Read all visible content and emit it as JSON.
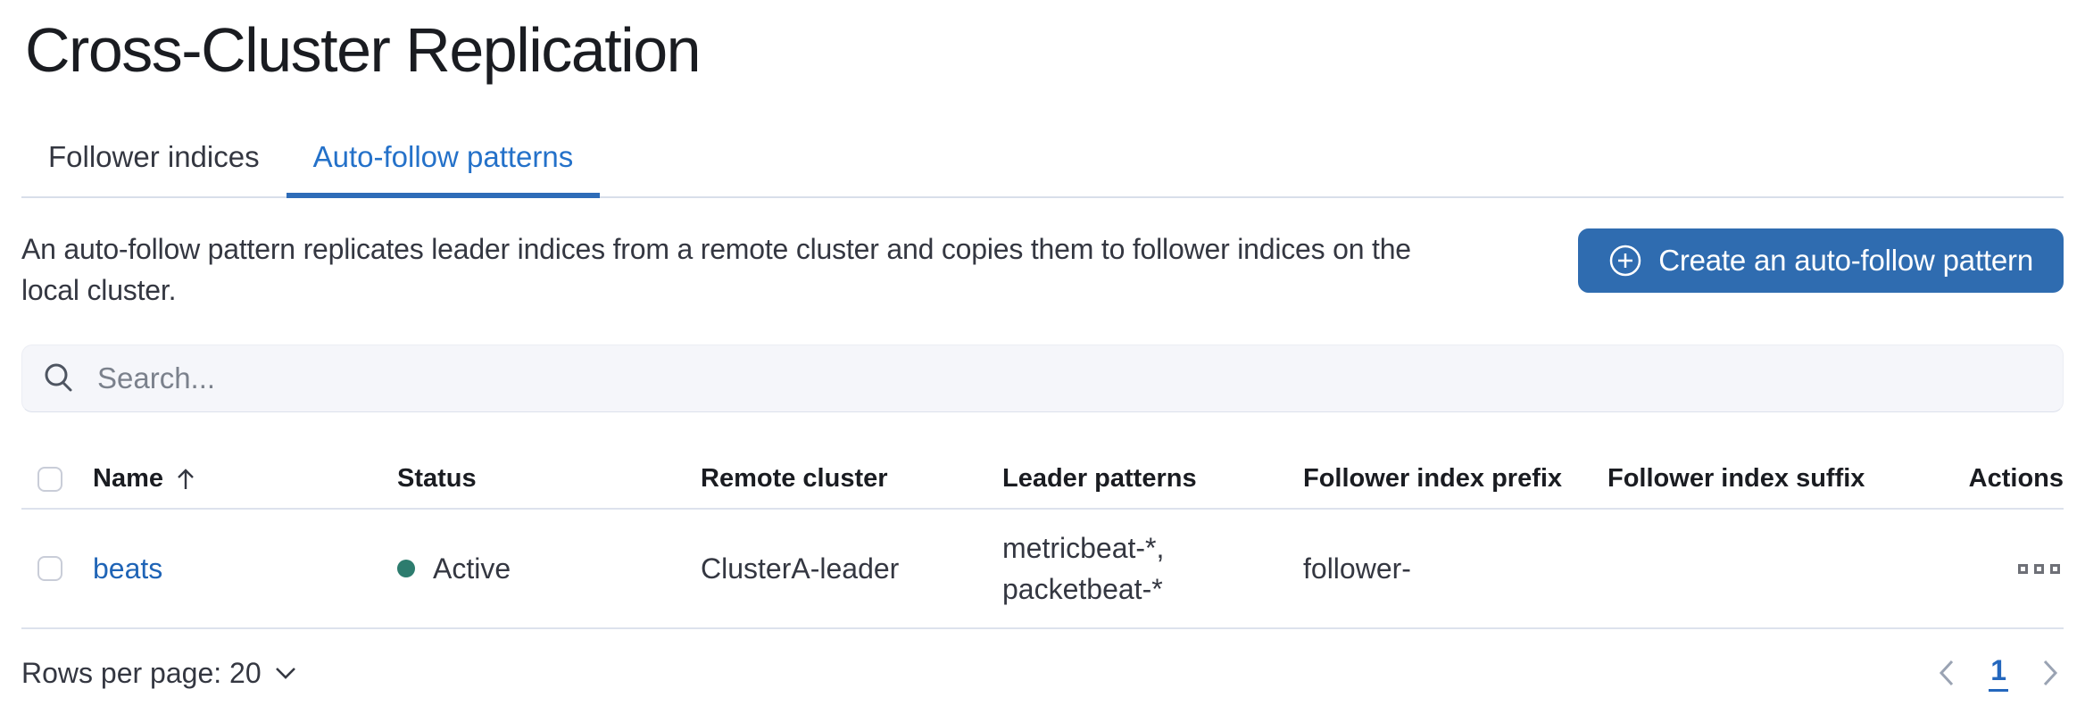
{
  "page_title": "Cross-Cluster Replication",
  "tabs": [
    {
      "label": "Follower indices",
      "active": false
    },
    {
      "label": "Auto-follow patterns",
      "active": true
    }
  ],
  "intro": "An auto-follow pattern replicates leader indices from a remote cluster and copies them to follower indices on the local cluster.",
  "create_button": {
    "label": "Create an auto-follow pattern",
    "icon": "plus-in-circle-icon"
  },
  "search": {
    "placeholder": "Search...",
    "value": "",
    "icon": "search-icon"
  },
  "table": {
    "columns": [
      "Name",
      "Status",
      "Remote cluster",
      "Leader patterns",
      "Follower index prefix",
      "Follower index suffix",
      "Actions"
    ],
    "sort": {
      "column": "Name",
      "direction": "ascending",
      "icon": "sort-ascending-arrow-icon"
    },
    "row": {
      "name": "beats",
      "status_label": "Active",
      "status_color": "#2d7c6e",
      "remote_cluster": "ClusterA-leader",
      "leader_patterns_line1": "metricbeat-*,",
      "leader_patterns_line2": "packetbeat-*",
      "follower_index_prefix": "follower-",
      "follower_index_suffix": "",
      "actions_icon": "boxes-horizontal-icon"
    }
  },
  "footer": {
    "rows_per_page_label": "Rows per page: 20",
    "current_page": "1"
  },
  "colors": {
    "tab_active_blue": "#2471c9",
    "link_blue": "#1f64b6",
    "button_blue": "#2f6cb0",
    "success_green": "#2d7c6e",
    "muted_gray": "#7b818c"
  }
}
